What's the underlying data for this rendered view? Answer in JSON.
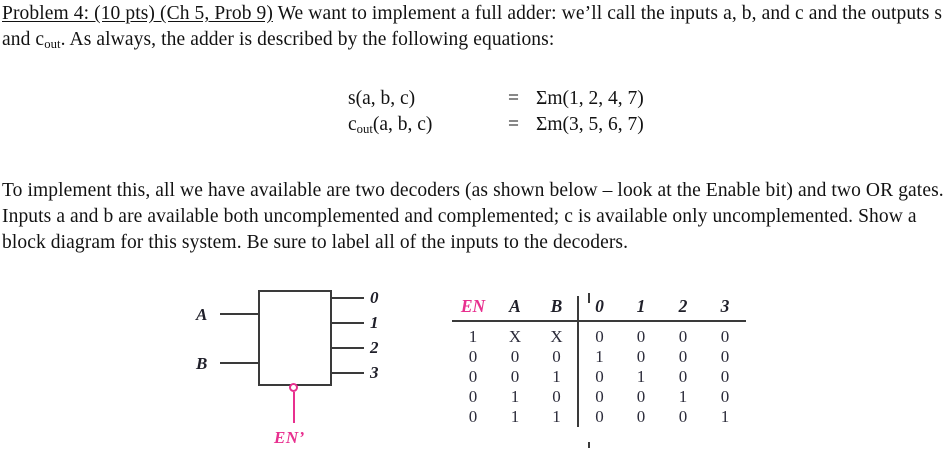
{
  "problem": {
    "title": "Problem 4: (10 pts) (Ch 5, Prob 9)",
    "intro_part1": " We want to implement a full adder: we’ll call the inputs a, b, and c and the outputs s and c",
    "intro_sub": "out",
    "intro_part2": ". As always, the adder is described by the following equations:",
    "body": "To implement this, all we have available are two decoders (as shown below – look at the Enable bit) and two OR gates.  Inputs a and b are available both uncomplemented and complemented; c is available only uncomplemented.  Show a block diagram for this system.  Be sure to label all of the inputs to the decoders."
  },
  "equations": [
    {
      "lhs_main": "s",
      "lhs_sub": "",
      "lhs_args": "(a, b, c)",
      "eq": "=",
      "rhs": "Σm(1, 2, 4, 7)"
    },
    {
      "lhs_main": "c",
      "lhs_sub": "out",
      "lhs_args": "(a, b, c)",
      "eq": "=",
      "rhs": "Σm(3, 5, 6, 7)"
    }
  ],
  "figure": {
    "input_a": "A",
    "input_b": "B",
    "outputs": [
      "0",
      "1",
      "2",
      "3"
    ],
    "enable_label": "EN’",
    "enable_color": "#e8308f",
    "line_color": "#3a3a3a"
  },
  "truth_table": {
    "headers": [
      "EN",
      "A",
      "B",
      "0",
      "1",
      "2",
      "3"
    ],
    "rows": [
      [
        "1",
        "X",
        "X",
        "0",
        "0",
        "0",
        "0"
      ],
      [
        "0",
        "0",
        "0",
        "1",
        "0",
        "0",
        "0"
      ],
      [
        "0",
        "0",
        "1",
        "0",
        "1",
        "0",
        "0"
      ],
      [
        "0",
        "1",
        "0",
        "0",
        "0",
        "1",
        "0"
      ],
      [
        "0",
        "1",
        "1",
        "0",
        "0",
        "0",
        "1"
      ]
    ]
  }
}
